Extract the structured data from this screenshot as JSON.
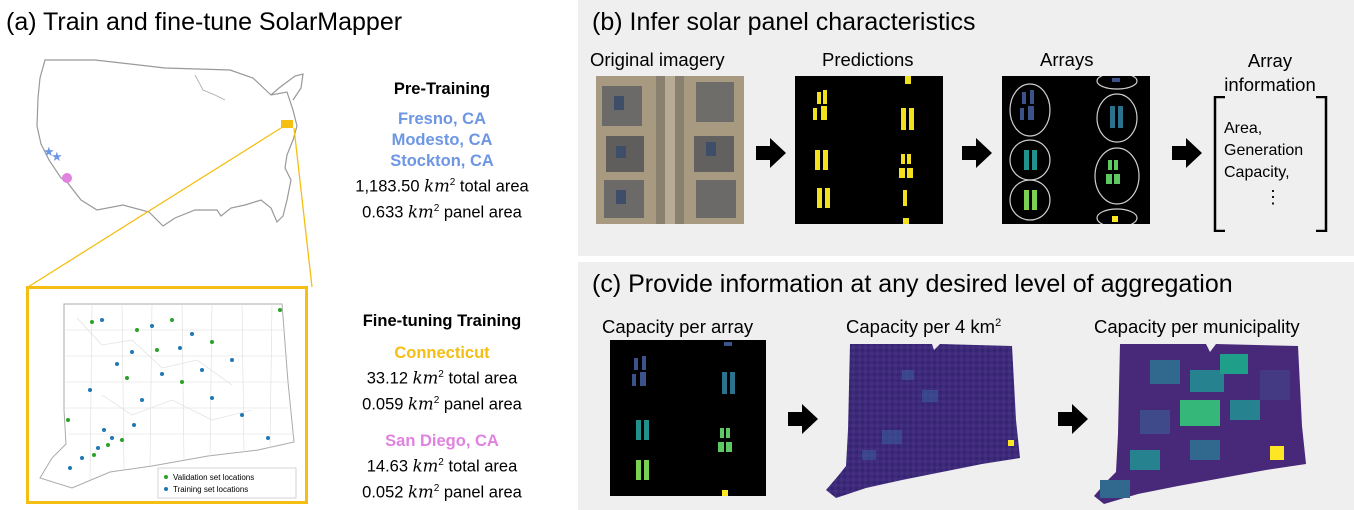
{
  "panel_a": {
    "title": "(a) Train and fine-tune SolarMapper",
    "pretraining": {
      "heading": "Pre-Training",
      "cities": [
        "Fresno, CA",
        "Modesto, CA",
        "Stockton, CA"
      ],
      "total_area_value": "1,183.50",
      "panel_area_value": "0.633"
    },
    "finetuning": {
      "heading": "Fine-tuning Training",
      "region1": {
        "name": "Connecticut",
        "total_area_value": "33.12",
        "panel_area_value": "0.059"
      },
      "region2": {
        "name": "San Diego, CA",
        "total_area_value": "14.63",
        "panel_area_value": "0.052"
      }
    },
    "units": {
      "km": "km",
      "exp": "2",
      "total_suffix": " total area",
      "panel_suffix": " panel area"
    },
    "legend": {
      "validation": "Validation set locations",
      "training": "Training set locations"
    }
  },
  "panel_b": {
    "title": "(b) Infer solar panel characteristics",
    "labels": {
      "original": "Original imagery",
      "predictions": "Predictions",
      "arrays": "Arrays",
      "info_line1": "Array",
      "info_line2": "information"
    },
    "info_items": [
      "Area,",
      "Generation",
      "Capacity,",
      "⋮"
    ]
  },
  "panel_c": {
    "title": "(c) Provide information at any desired level of aggregation",
    "labels": {
      "per_array": "Capacity per array",
      "per_4km_prefix": "Capacity per 4 km",
      "per_4km_exp": "2",
      "per_municipality": "Capacity per municipality"
    }
  },
  "colors": {
    "bg_panel": "#efefef",
    "connecticut": "#f5be12",
    "california": "#6d96e3",
    "san_diego": "#e082e0",
    "validation": "#2ca02c",
    "training": "#1f77b4"
  }
}
